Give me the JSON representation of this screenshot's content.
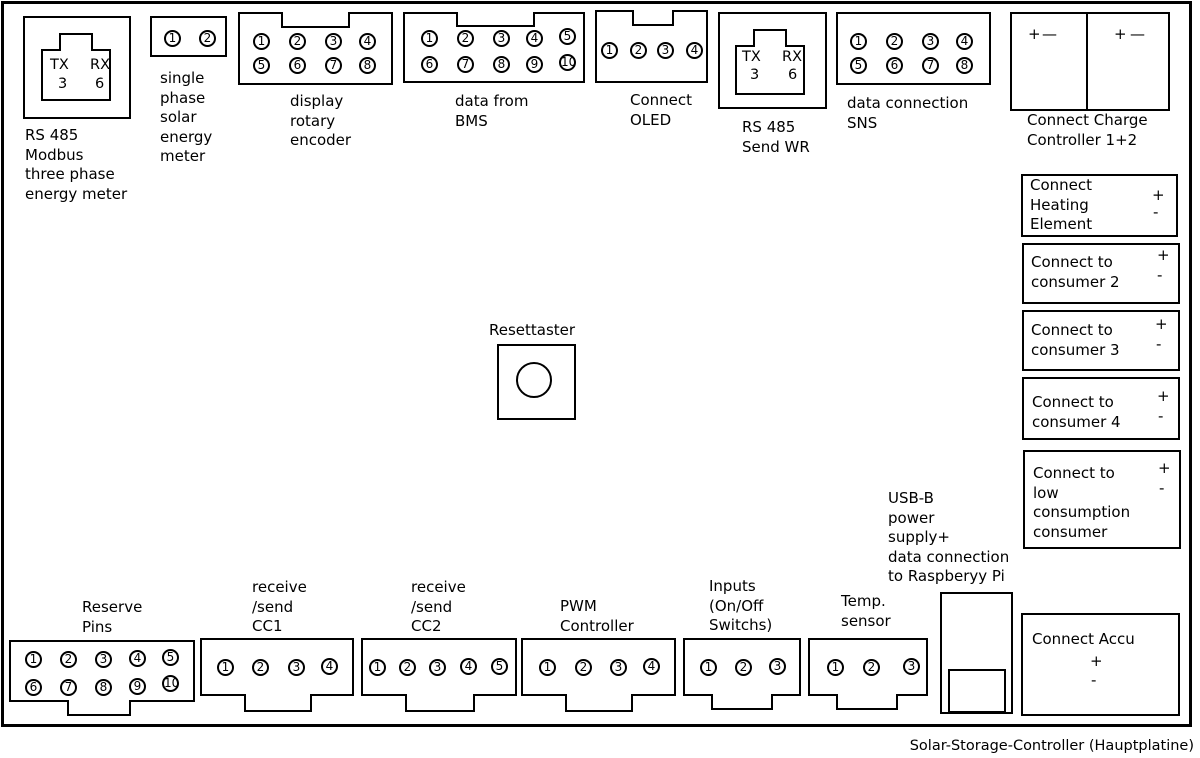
{
  "title": "Solar-Storage-Controller (Hauptplatine)",
  "connectors": {
    "rs485_modbus": {
      "label": "RS 485\nModbus\nthree phase\nenergy meter",
      "tx": "TX",
      "tx_pin": "3",
      "rx": "RX",
      "rx_pin": "6"
    },
    "single_phase": {
      "label": "single\nphase\nsolar\nenergy\nmeter",
      "pins": [
        "1",
        "2"
      ]
    },
    "display": {
      "label": "display\nrotary\nencoder",
      "pins": [
        "1",
        "2",
        "3",
        "4",
        "5",
        "6",
        "7",
        "8"
      ]
    },
    "bms": {
      "label": "data from\nBMS",
      "pins": [
        "1",
        "2",
        "3",
        "4",
        "5",
        "6",
        "7",
        "8",
        "9",
        "10"
      ]
    },
    "oled": {
      "label": "Connect\nOLED",
      "pins": [
        "1",
        "2",
        "3",
        "4"
      ]
    },
    "rs485_wr": {
      "label": "RS 485\nSend WR",
      "tx": "TX",
      "tx_pin": "3",
      "rx": "RX",
      "rx_pin": "6"
    },
    "sns": {
      "label": "data connection\nSNS",
      "pins": [
        "1",
        "2",
        "3",
        "4",
        "5",
        "6",
        "7",
        "8"
      ]
    },
    "charge_controller": {
      "label": "Connect Charge\nController 1+2",
      "plus": "+",
      "minus": "—"
    },
    "heating": {
      "label": "Connect\nHeating\nElement",
      "plus": "+",
      "minus": "-"
    },
    "consumer2": {
      "label": "Connect to\nconsumer 2",
      "plus": "+",
      "minus": "-"
    },
    "consumer3": {
      "label": "Connect to\nconsumer 3",
      "plus": "+",
      "minus": "-"
    },
    "consumer4": {
      "label": "Connect to\nconsumer 4",
      "plus": "+",
      "minus": "-"
    },
    "low_consumer": {
      "label": "Connect to\nlow\nconsumption\nconsumer",
      "plus": "+",
      "minus": "-"
    },
    "reset": {
      "label": "Resettaster"
    },
    "usb": {
      "label": "USB-B\npower\nsupply+\ndata connection\nto Raspberyy Pi"
    },
    "accu": {
      "label": "Connect Accu",
      "plus": "+",
      "minus": "-"
    },
    "reserve": {
      "label": "Reserve\nPins",
      "pins": [
        "1",
        "2",
        "3",
        "4",
        "5",
        "6",
        "7",
        "8",
        "9",
        "10"
      ]
    },
    "cc1": {
      "label": "receive\n/send\nCC1",
      "pins": [
        "1",
        "2",
        "3",
        "4"
      ]
    },
    "cc2": {
      "label": "receive\n/send\nCC2",
      "pins": [
        "1",
        "2",
        "3",
        "4",
        "5"
      ]
    },
    "pwm": {
      "label": "PWM\nController",
      "pins": [
        "1",
        "2",
        "3",
        "4"
      ]
    },
    "inputs": {
      "label": "Inputs\n(On/Off\nSwitchs)",
      "pins": [
        "1",
        "2",
        "3"
      ]
    },
    "temp": {
      "label": "Temp.\nsensor",
      "pins": [
        "1",
        "2",
        "3"
      ]
    }
  }
}
